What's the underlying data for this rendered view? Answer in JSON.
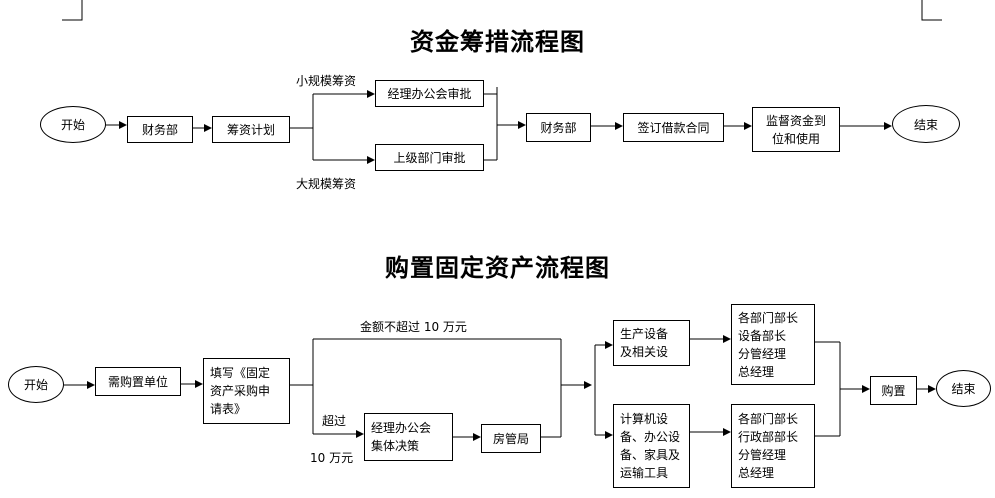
{
  "flow1": {
    "title": "资金筹措流程图",
    "start": "开始",
    "finance_dept": "财务部",
    "funding_plan": "筹资计划",
    "small_label": "小规模筹资",
    "large_label": "大规模筹资",
    "manager_office_approval": "经理办公会审批",
    "superior_dept_approval": "上级部门审批",
    "finance_dept_2": "财务部",
    "sign_loan_contract": "签订借款合同",
    "supervise_funds": "监督资金到\n位和使用",
    "end": "结束"
  },
  "flow2": {
    "title": "购置固定资产流程图",
    "start": "开始",
    "purchasing_unit": "需购置单位",
    "fill_form": "填写《固定\n资产采购申\n请表》",
    "amount_not_exceed": "金额不超过 10 万元",
    "exceed_label_1": "超过",
    "exceed_label_2": "10 万元",
    "manager_office_decision": "经理办公会\n集体决策",
    "housing_bureau": "房管局",
    "production_equipment": "生产设备\n及相关设",
    "computer_equipment": "计算机设\n备、办公设\n备、家具及\n运输工具",
    "approvers_1": "各部门部长\n设备部长\n分管经理\n总经理",
    "approvers_2": "各部门部长\n行政部部长\n分管经理\n总经理",
    "purchase": "购置",
    "end": "结束"
  }
}
